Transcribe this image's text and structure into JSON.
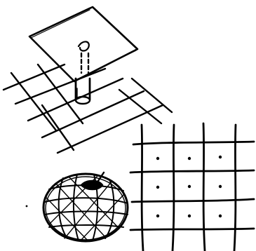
{
  "figure": {
    "style": "hand-drawn black ink sketch on white",
    "ink_color": "#000000",
    "background_color": "#ffffff",
    "panels": [
      {
        "id": "plane-over-grid",
        "description_icon": "tilted-plane-above-grid-with-vertical-probe-icon"
      },
      {
        "id": "dotted-grid",
        "rows": 3,
        "columns": 3,
        "dots_per_cell": 1,
        "description_icon": "square-grid-with-center-dots-icon"
      },
      {
        "id": "meshed-sphere",
        "description_icon": "globe-with-mesh-lines-icon"
      }
    ]
  }
}
